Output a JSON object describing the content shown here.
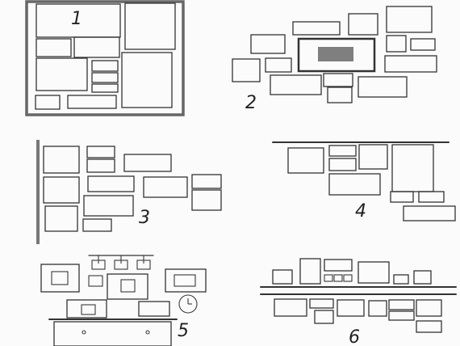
{
  "diagram": {
    "layouts": [
      {
        "id": 1,
        "label": "1"
      },
      {
        "id": 2,
        "label": "2"
      },
      {
        "id": 3,
        "label": "3"
      },
      {
        "id": 4,
        "label": "4"
      },
      {
        "id": 5,
        "label": "5"
      },
      {
        "id": 6,
        "label": "6"
      }
    ]
  },
  "colors": {
    "ink": "#333333",
    "accent_gray": "#7f7f7f",
    "paper": "#fbfbfb"
  }
}
